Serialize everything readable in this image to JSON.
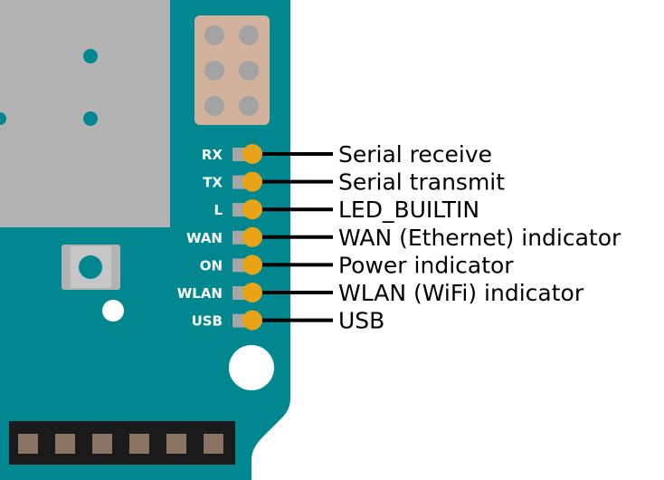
{
  "colors": {
    "board": "#00878F",
    "module": "#B3B3B3",
    "module_dot": "#00878F",
    "header_bg": "#D2B19D",
    "header_pin": "#A3A3A3",
    "led_pad": "#A6A6A6",
    "led": "#E8A317",
    "line": "#000000",
    "connector": "#1A1A1A",
    "connector_pin": "#8B7363",
    "white": "#FFFFFF"
  },
  "leds": [
    {
      "id": "rx",
      "label": "RX",
      "description": "Serial receive"
    },
    {
      "id": "tx",
      "label": "TX",
      "description": "Serial transmit"
    },
    {
      "id": "l",
      "label": "L",
      "description": "LED_BUILTIN"
    },
    {
      "id": "wan",
      "label": "WAN",
      "description": "WAN (Ethernet) indicator"
    },
    {
      "id": "on",
      "label": "ON",
      "description": "Power indicator"
    },
    {
      "id": "wlan",
      "label": "WLAN",
      "description": "WLAN (WiFi) indicator"
    },
    {
      "id": "usb",
      "label": "USB",
      "description": "USB"
    }
  ]
}
